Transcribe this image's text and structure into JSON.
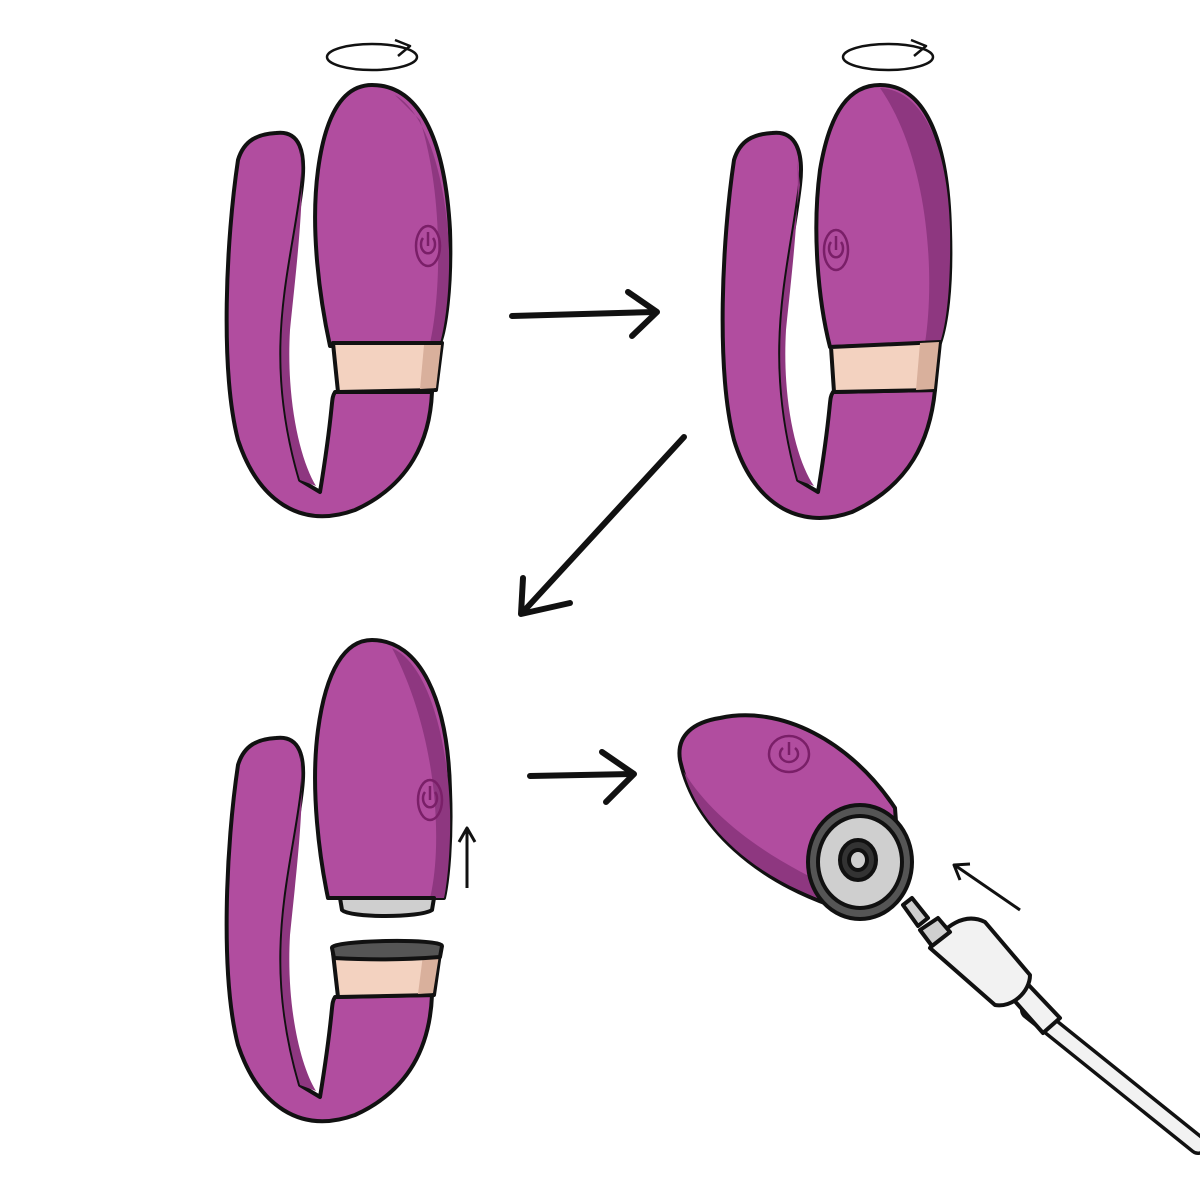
{
  "colors": {
    "body": "#b14d9f",
    "body_shade": "#8e3780",
    "band": "#f3d2c0",
    "band_shade": "#d9b09c",
    "outline": "#111111",
    "metal": "#9a9a9a",
    "metal_light": "#cfcfcf",
    "cable": "#f2f2f2",
    "background": "#ffffff"
  },
  "icons": {
    "power": "power-icon",
    "rotate": "rotate-icon",
    "arrow": "arrow-icon"
  },
  "steps": [
    {
      "id": "step-1",
      "action": "twist"
    },
    {
      "id": "step-2",
      "action": "twisted"
    },
    {
      "id": "step-3",
      "action": "detach"
    },
    {
      "id": "step-4",
      "action": "charge"
    }
  ]
}
